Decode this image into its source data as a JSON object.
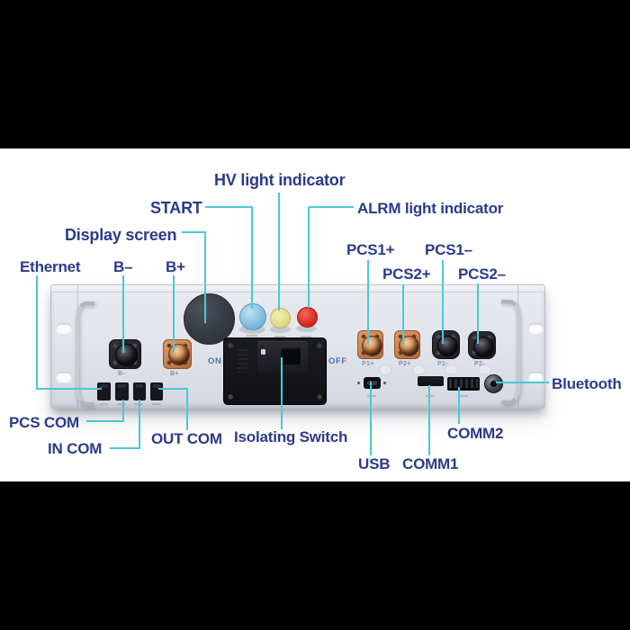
{
  "callouts": {
    "hv": "HV light indicator",
    "start": "START",
    "alrm": "ALRM light indicator",
    "display": "Display screen",
    "ethernet": "Ethernet",
    "b_minus": "B–",
    "b_plus": "B+",
    "pcs1_plus": "PCS1+",
    "pcs1_minus": "PCS1–",
    "pcs2_plus": "PCS2+",
    "pcs2_minus": "PCS2–",
    "bluetooth": "Bluetooth",
    "pcs_com": "PCS COM",
    "in_com": "IN COM",
    "out_com": "OUT COM",
    "isolating_switch": "Isolating Switch",
    "usb": "USB",
    "comm1": "COMM1",
    "comm2": "COMM2"
  },
  "panel_markings": {
    "on": "ON",
    "off": "OFF",
    "b_minus": "B-",
    "b_plus": "B+",
    "p1_plus": "P1+",
    "p2_plus": "P2+",
    "p1_minus": "P1-",
    "p2_minus": "P2-"
  },
  "colors": {
    "page_background": "#000000",
    "content_background": "#ffffff",
    "label_text": "#2c3a8c",
    "callout_line": "#4bc7da",
    "panel_marking_blue": "#4e6fae",
    "panel_sublabel": "#8191ad",
    "indicator_blue": "#7fbcdd",
    "indicator_yellow": "#ddd87e",
    "indicator_red": "#d7281b",
    "connector_orange": "#c9804d",
    "connector_black": "#25252b",
    "panel_body": "#e2e5eb"
  }
}
